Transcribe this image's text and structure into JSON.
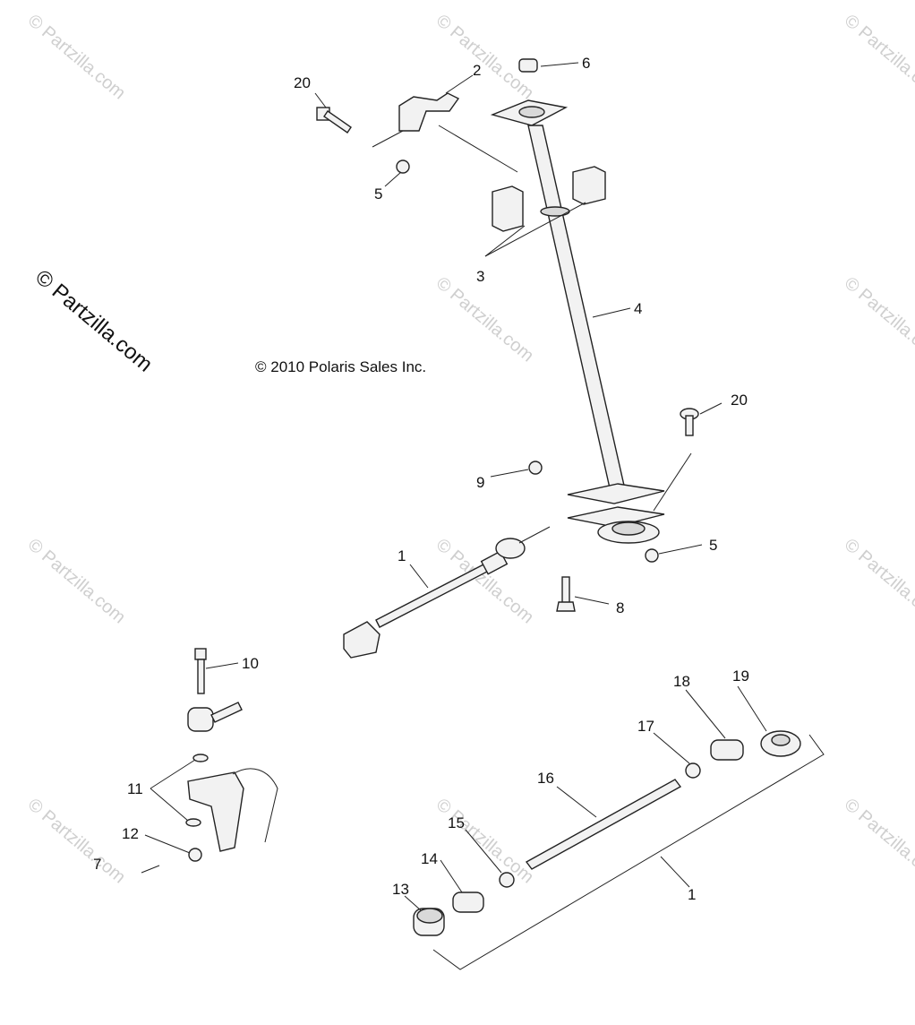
{
  "watermark": {
    "main": "© Partzilla.com",
    "tile": "© Partzilla.com"
  },
  "copyright": "© 2010 Polaris Sales Inc.",
  "callouts": {
    "c20a": "20",
    "c2": "2",
    "c6": "6",
    "c5a": "5",
    "c3": "3",
    "c4": "4",
    "c20b": "20",
    "c9": "9",
    "c5b": "5",
    "c1a": "1",
    "c8": "8",
    "c10": "10",
    "c19": "19",
    "c18": "18",
    "c17": "17",
    "c16": "16",
    "c11": "11",
    "c15": "15",
    "c12": "12",
    "c14": "14",
    "c7": "7",
    "c13": "13",
    "c1b": "1"
  },
  "colors": {
    "line": "#222222",
    "watermark": "#cfcfcf",
    "part_fill": "#f2f2f2"
  }
}
